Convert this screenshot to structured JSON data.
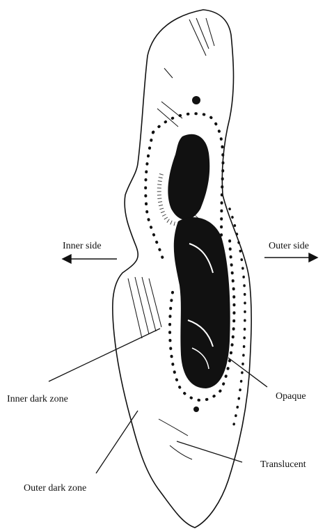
{
  "labels": {
    "inner_side": "Inner side",
    "outer_side": "Outer side",
    "inner_dark_zone": "Inner dark zone",
    "opaque": "Opaque",
    "translucent": "Translucent",
    "outer_dark_zone": "Outer dark zone"
  },
  "colors": {
    "ink": "#111111",
    "background": "#ffffff"
  }
}
